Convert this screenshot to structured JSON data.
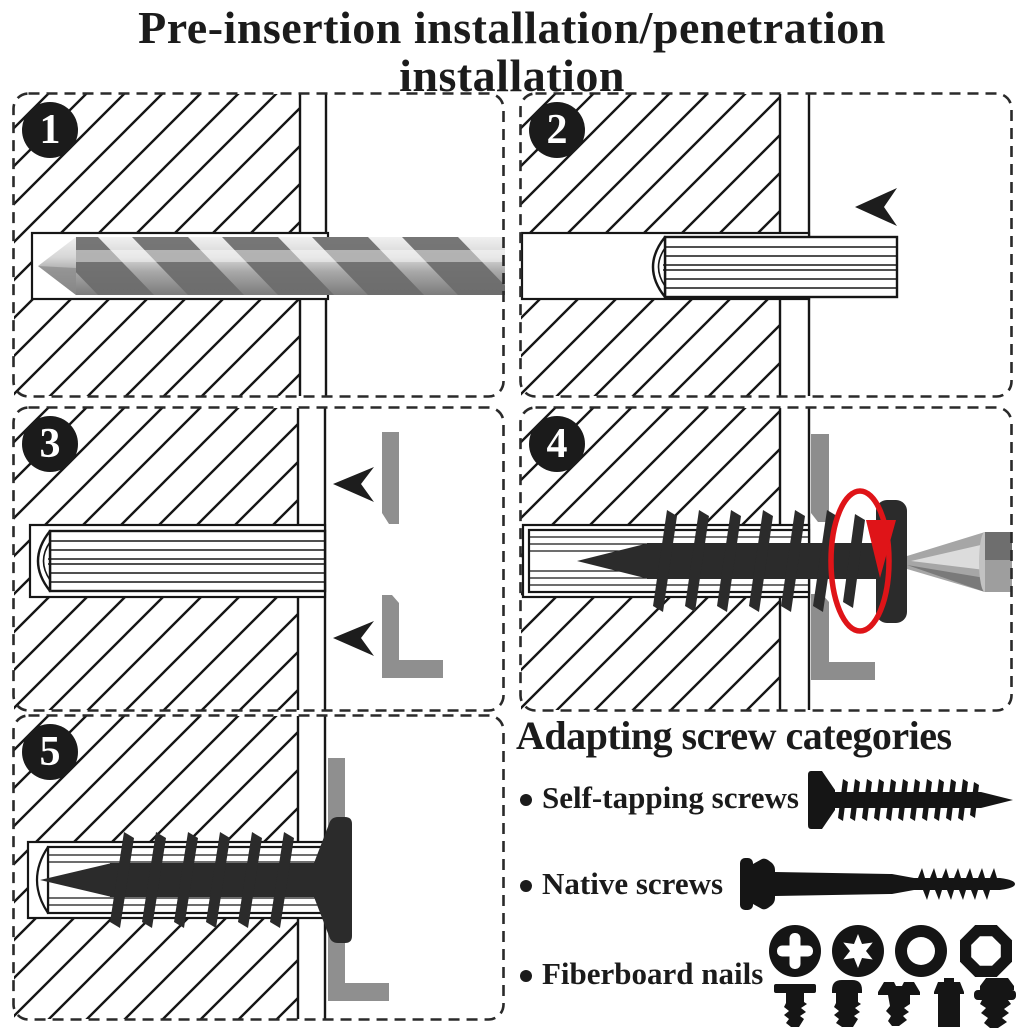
{
  "title": {
    "line1": "Pre-insertion installation/penetration",
    "line2": "installation"
  },
  "steps": [
    {
      "number": "1"
    },
    {
      "number": "2"
    },
    {
      "number": "3"
    },
    {
      "number": "4"
    },
    {
      "number": "5"
    }
  ],
  "adapting_section": {
    "heading": "Adapting screw categories",
    "items": [
      {
        "label": "Self-tapping screws",
        "icon": "self-tapping-screw-icon"
      },
      {
        "label": "Native screws",
        "icon": "native-screw-icon"
      },
      {
        "label": "Fiberboard nails",
        "icon": "fiberboard-nail-icons",
        "head_types": [
          "phillips-head-icon",
          "torx-star-head-icon",
          "round-ring-head-icon",
          "hex-ring-head-icon"
        ]
      }
    ]
  },
  "colors": {
    "line_black": "#161616",
    "screw_black": "#2b2b2b",
    "bracket_gray": "#8f8f8f",
    "rotation_red": "#df1418",
    "badge_black": "#1b1b1b"
  }
}
